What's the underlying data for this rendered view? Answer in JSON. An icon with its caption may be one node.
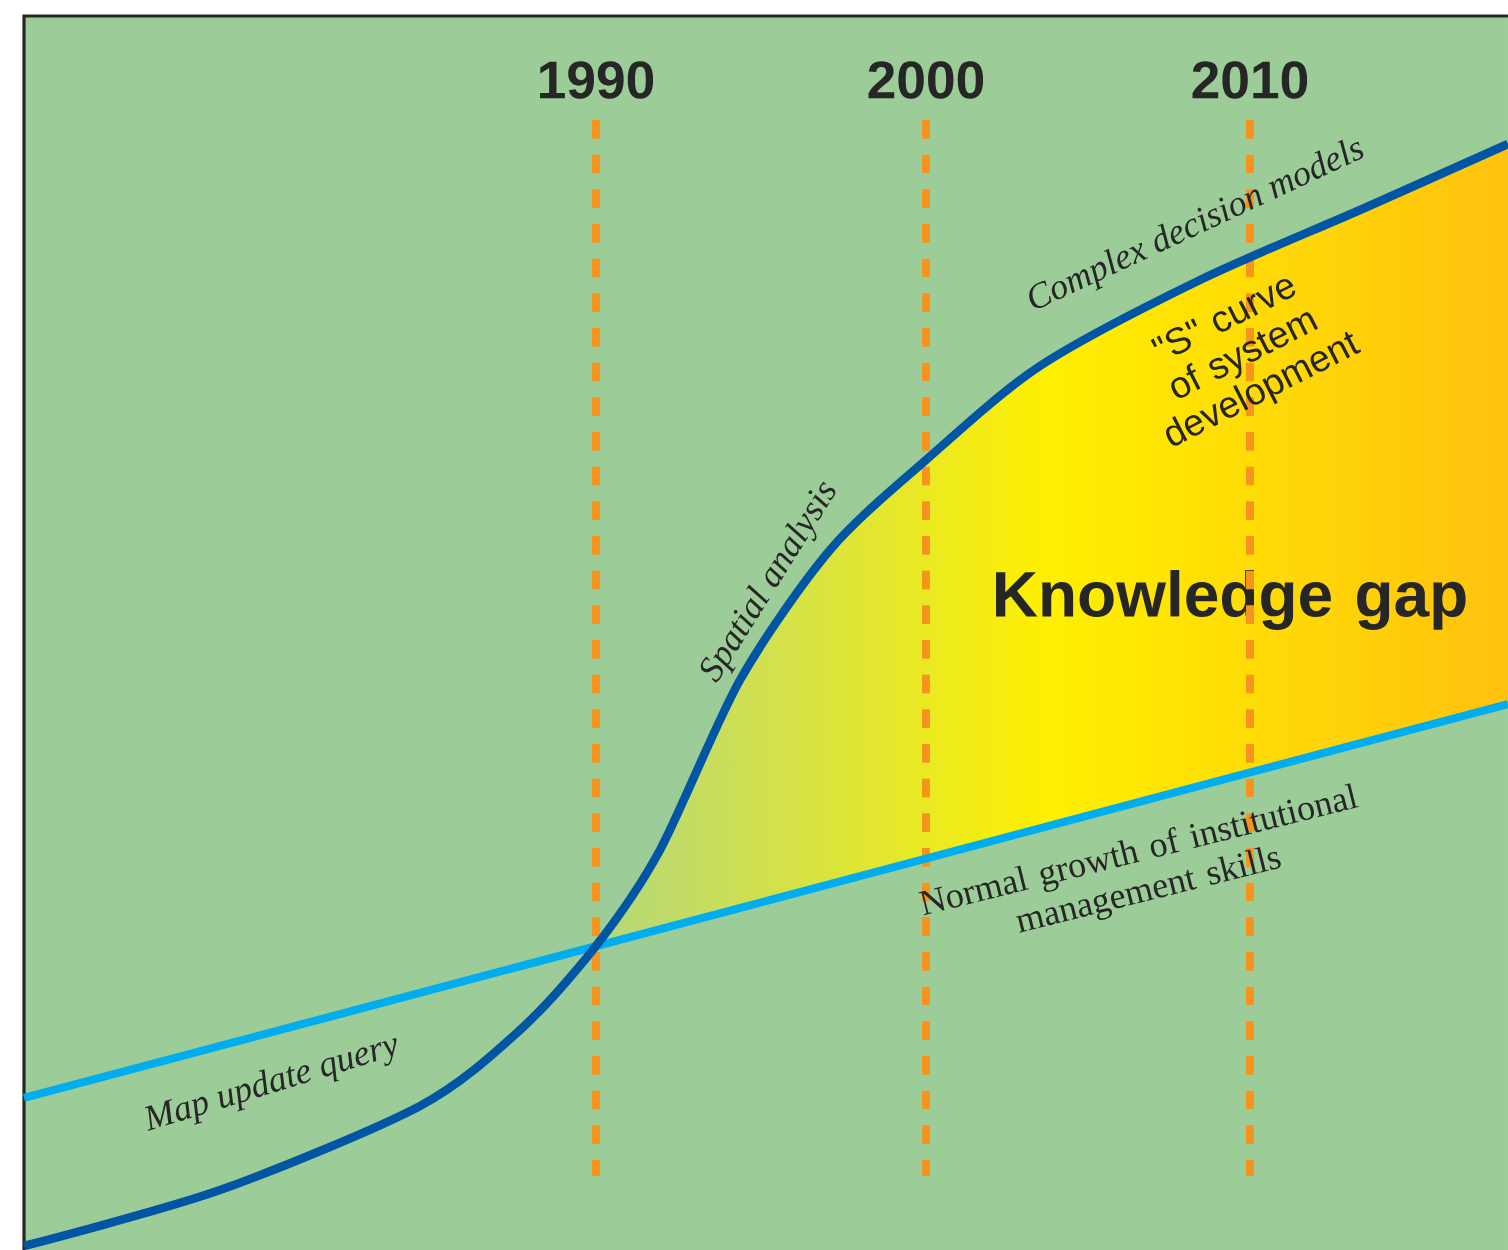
{
  "diagram": {
    "nodes": [
      {
        "text": [
          "Knowledge gap"
        ]
      }
    ],
    "labels": [
      "1990",
      "2000",
      "2010",
      "Complex decision models",
      "\"S\" curve of system development",
      "Spatial analysis",
      "Normal growth of institutional management skills",
      "Map update query"
    ]
  }
}
